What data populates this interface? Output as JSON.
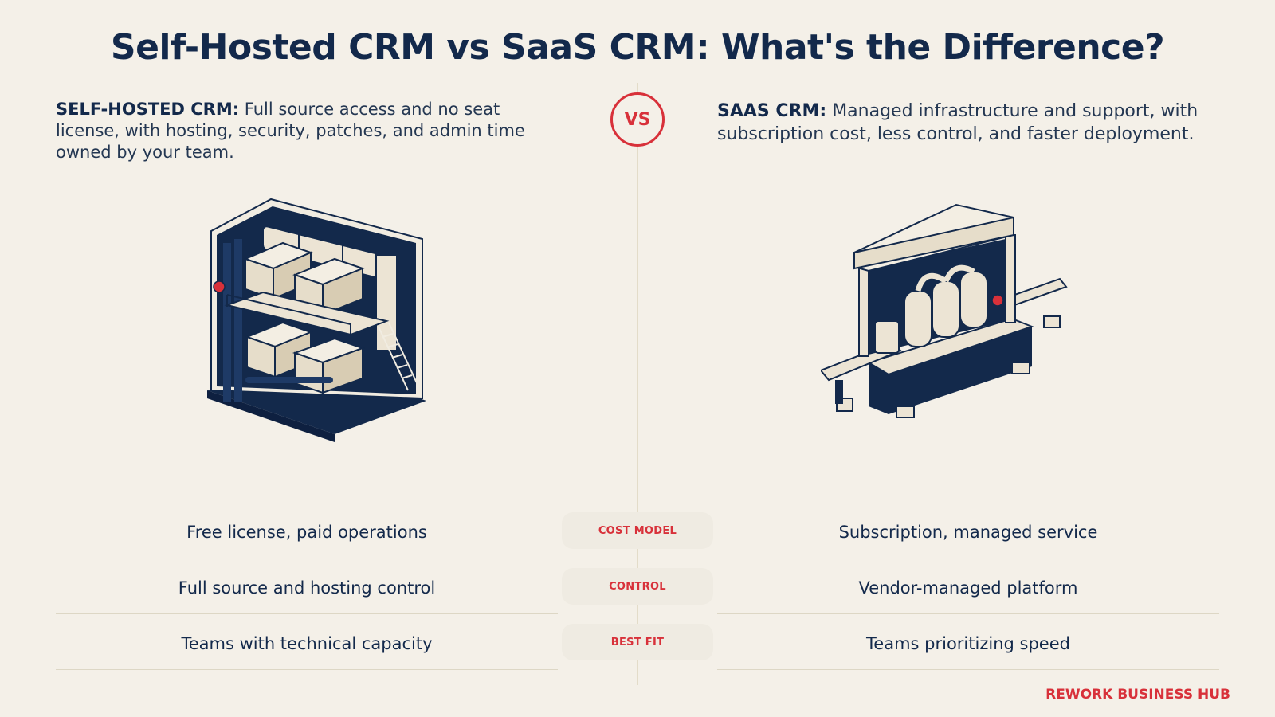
{
  "title": "Self-Hosted CRM vs SaaS CRM: What's the Difference?",
  "vs_label": "VS",
  "left": {
    "heading": "SELF-HOSTED CRM:",
    "description": "Full source access and no seat license, with hosting, security, patches, and admin time owned by your team."
  },
  "right": {
    "heading": "SAAS CRM:",
    "description": "Managed infrastructure and support, with subscription cost, less control, and faster deployment."
  },
  "comparison": [
    {
      "label": "COST MODEL",
      "left": "Free license, paid operations",
      "right": "Subscription, managed service"
    },
    {
      "label": "CONTROL",
      "left": "Full source and hosting control",
      "right": "Vendor-managed platform"
    },
    {
      "label": "BEST FIT",
      "left": "Teams with technical capacity",
      "right": "Teams prioritizing speed"
    }
  ],
  "brand": "REWORK BUSINESS HUB",
  "colors": {
    "background": "#f4f0e8",
    "navy": "#13294b",
    "accent_red": "#d8313a",
    "cream": "#ece4d4"
  }
}
